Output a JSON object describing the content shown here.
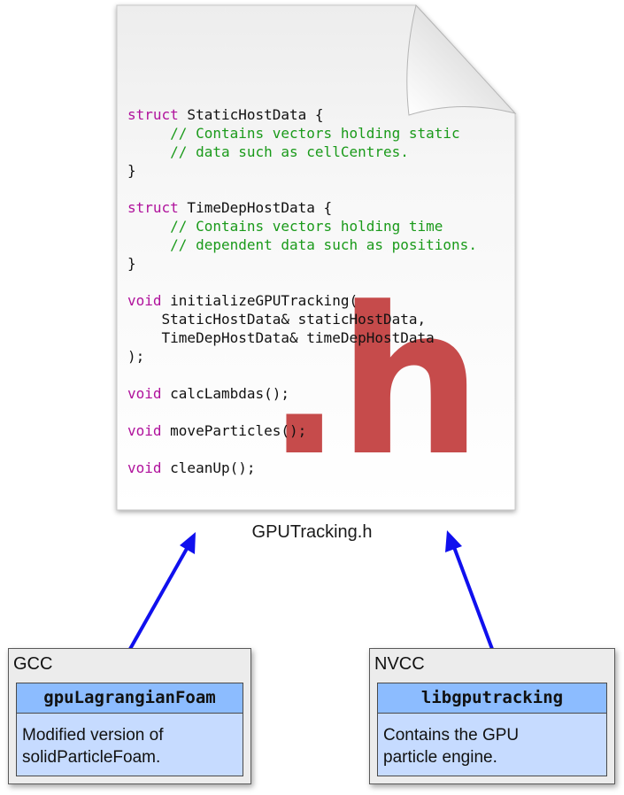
{
  "header_file": {
    "filename": "GPUTracking.h",
    "extension_glyph": ".h",
    "code_lines": [
      [
        {
          "t": "struct",
          "c": "kw"
        },
        {
          "t": " StaticHostData {",
          "c": ""
        }
      ],
      [
        {
          "t": "     // Contains vectors holding static",
          "c": "cm"
        }
      ],
      [
        {
          "t": "     // data such as cellCentres.",
          "c": "cm"
        }
      ],
      [
        {
          "t": "}",
          "c": ""
        }
      ],
      [],
      [
        {
          "t": "struct",
          "c": "kw"
        },
        {
          "t": " TimeDepHostData {",
          "c": ""
        }
      ],
      [
        {
          "t": "     // Contains vectors holding time",
          "c": "cm"
        }
      ],
      [
        {
          "t": "     // dependent data such as positions.",
          "c": "cm"
        }
      ],
      [
        {
          "t": "}",
          "c": ""
        }
      ],
      [],
      [
        {
          "t": "void",
          "c": "kw"
        },
        {
          "t": " initializeGPUTracking(",
          "c": ""
        }
      ],
      [
        {
          "t": "    StaticHostData& staticHostData,",
          "c": ""
        }
      ],
      [
        {
          "t": "    TimeDepHostData& timeDepHostData",
          "c": ""
        }
      ],
      [
        {
          "t": ");",
          "c": ""
        }
      ],
      [],
      [
        {
          "t": "void",
          "c": "kw"
        },
        {
          "t": " calcLambdas();",
          "c": ""
        }
      ],
      [],
      [
        {
          "t": "void",
          "c": "kw"
        },
        {
          "t": " moveParticles();",
          "c": ""
        }
      ],
      [],
      [
        {
          "t": "void",
          "c": "kw"
        },
        {
          "t": " cleanUp();",
          "c": ""
        }
      ]
    ]
  },
  "gcc_box": {
    "title": "GCC",
    "component_name": "gpuLagrangianFoam",
    "description_lines": [
      "Modified version of",
      "solidParticleFoam."
    ]
  },
  "nvcc_box": {
    "title": "NVCC",
    "component_name": "libgputracking",
    "description_lines": [
      "Contains the GPU",
      "particle engine."
    ]
  },
  "colors": {
    "arrow": "#1010ee",
    "keyword": "#b0129c",
    "comment": "#1a9a1a",
    "extension_glyph": "#be3232",
    "component_header": "#8cbcff",
    "component_body": "#c6dbff"
  }
}
